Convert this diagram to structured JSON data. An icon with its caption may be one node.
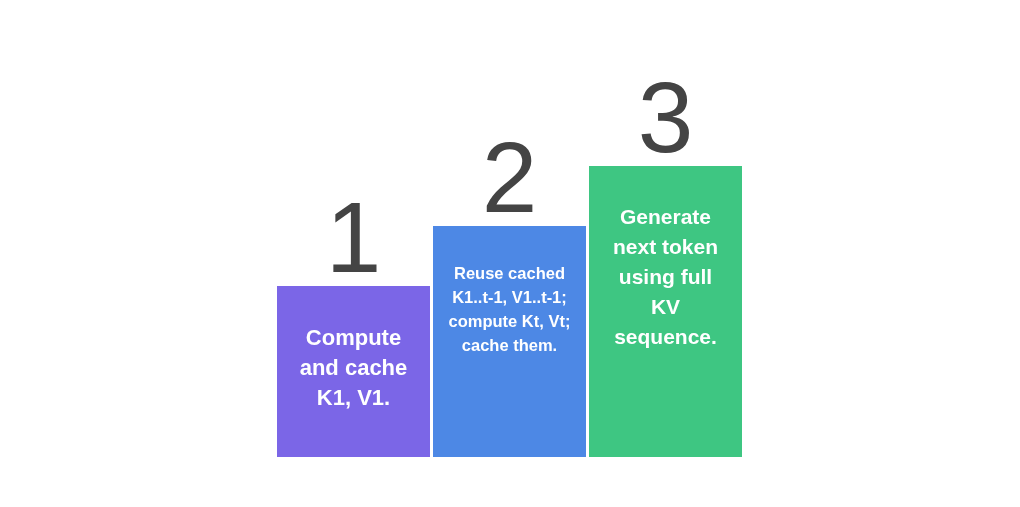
{
  "diagram": {
    "nodes": [
      {
        "text": [
          "1",
          "Compute and cache K1, V1."
        ]
      },
      {
        "text": [
          "2",
          "Reuse cached K1..t-1, V1..t-1; compute Kt, Vt; cache them."
        ]
      },
      {
        "text": [
          "3",
          "Generate next token using full KV sequence."
        ]
      }
    ]
  }
}
